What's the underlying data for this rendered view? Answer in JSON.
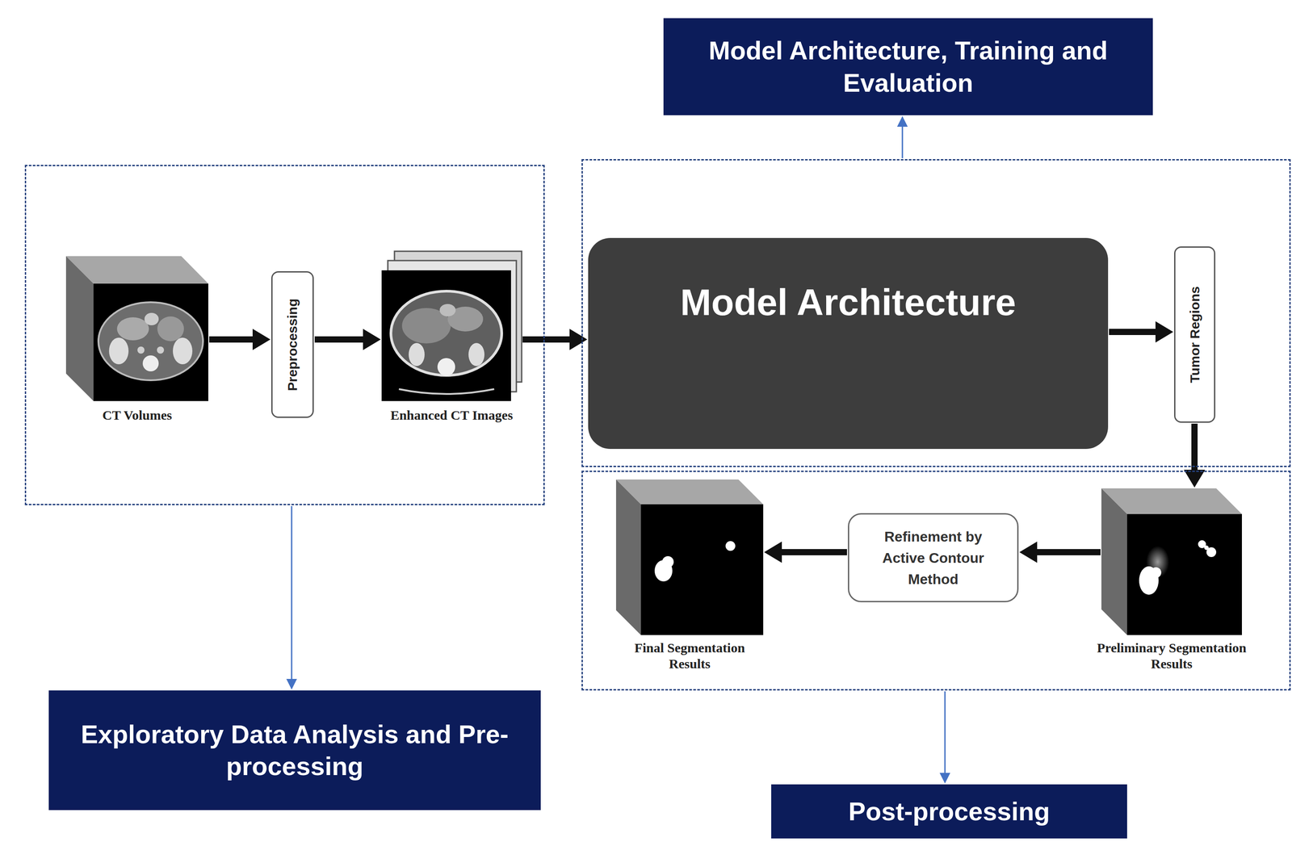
{
  "diagram": {
    "nodes": [
      {
        "text": [
          "Model Architecture, Training and Evaluation"
        ]
      },
      {
        "text": []
      },
      {
        "text": [
          "CT Volumes"
        ],
        "in": 1
      },
      {
        "text": [
          "Preprocessing"
        ],
        "in": 1
      },
      {
        "text": [
          "Enhanced CT Images"
        ],
        "in": 1
      },
      {
        "text": []
      },
      {
        "text": [
          "Model Architecture"
        ],
        "in": 5
      },
      {
        "text": [
          "Tumor Regions"
        ],
        "in": 5
      },
      {
        "text": []
      },
      {
        "text": [
          "Preliminary Segmentation Results"
        ],
        "in": 8
      },
      {
        "text": [
          "Refinement by Active Contour Method"
        ],
        "in": 8
      },
      {
        "text": [
          "Final Segmentation Results"
        ],
        "in": 8
      },
      {
        "text": [
          "Exploratory Data Analysis and Pre-processing"
        ]
      },
      {
        "text": [
          "Post-processing"
        ]
      }
    ],
    "edges": [
      {
        "from": 2,
        "to": 3,
        "arrow": "to"
      },
      {
        "from": 3,
        "to": 4,
        "arrow": "to"
      },
      {
        "from": 4,
        "to": 6,
        "arrow": "to"
      },
      {
        "from": 6,
        "to": 7,
        "arrow": "to"
      },
      {
        "from": 7,
        "to": 9,
        "arrow": "to"
      },
      {
        "from": 9,
        "to": 10,
        "arrow": "to"
      },
      {
        "from": 10,
        "to": 11,
        "arrow": "to"
      },
      {
        "from": 5,
        "to": 0,
        "arrow": "to"
      },
      {
        "from": 1,
        "to": 12,
        "arrow": "to"
      },
      {
        "from": 8,
        "to": 13,
        "arrow": "to"
      }
    ]
  }
}
